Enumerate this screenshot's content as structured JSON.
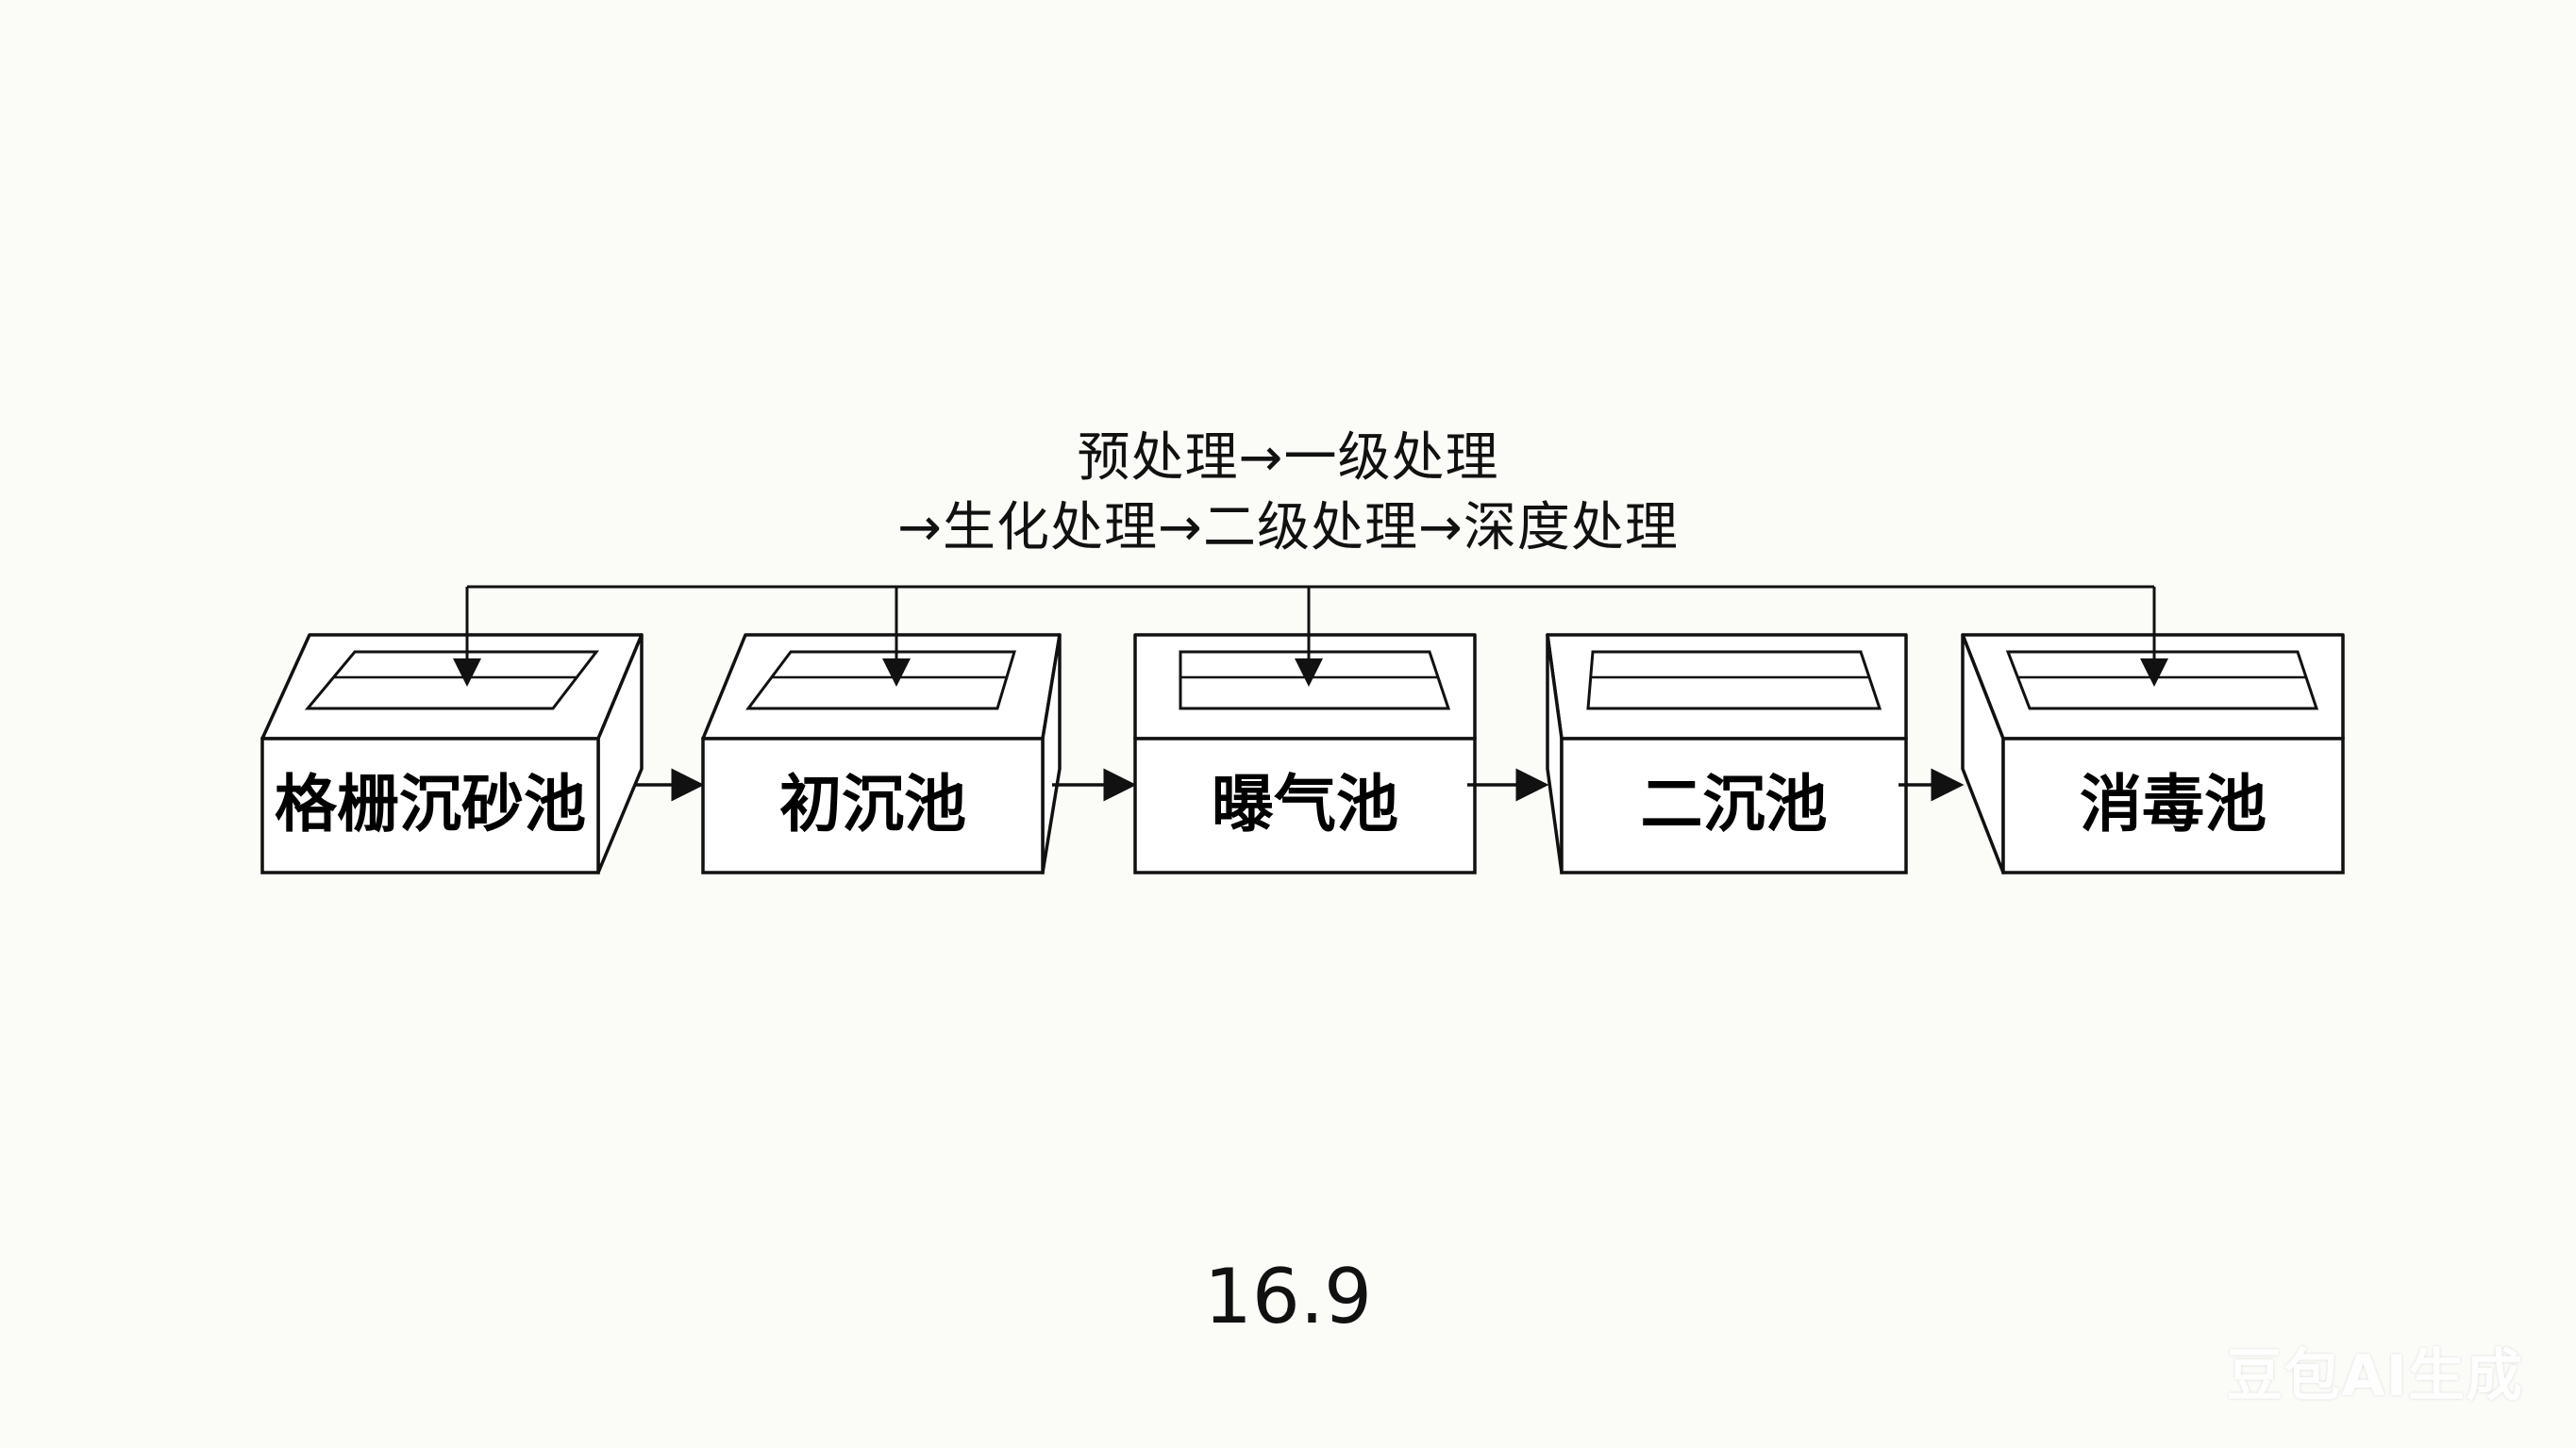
{
  "diagram": {
    "caption_top": "预处理→一级处理",
    "caption_bottom": "→生化处理→二级处理→深度处理",
    "tanks": [
      {
        "label": "格栅沉砂池",
        "has_feed": true
      },
      {
        "label": "初沉池",
        "has_feed": true
      },
      {
        "label": "曝气池",
        "has_feed": true
      },
      {
        "label": "二沉池",
        "has_feed": false
      },
      {
        "label": "消毒池",
        "has_feed": true
      }
    ],
    "figure_number": "16.9",
    "watermark": "豆包AI生成",
    "colors": {
      "background": "#fbfbf8",
      "stroke": "#111111",
      "box_fill": "#ffffff"
    }
  }
}
